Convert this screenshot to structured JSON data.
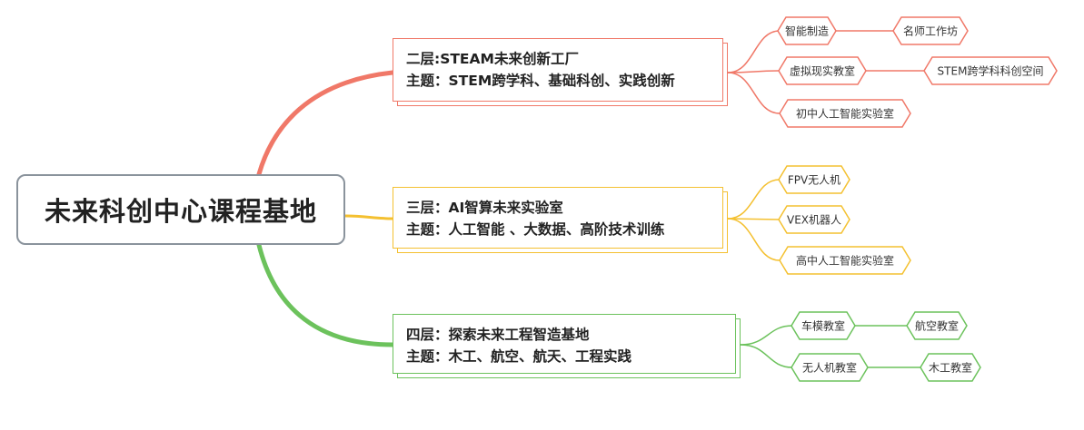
{
  "root": {
    "title": "未来科创中心课程基地"
  },
  "colors": {
    "layer2": "#f07868",
    "layer3": "#f4c030",
    "layer4": "#6cc25c",
    "root_border": "#8a939c"
  },
  "layers": [
    {
      "id": "layer2",
      "line1": "二层:STEAM未来创新工厂",
      "line2": "主题：STEM跨学科、基础科创、实践创新",
      "children": [
        {
          "label": "智能制造",
          "child": {
            "label": "名师工作坊"
          }
        },
        {
          "label": "虚拟现实教室",
          "child": {
            "label": "STEM跨学科科创空间"
          }
        },
        {
          "label": "初中人工智能实验室"
        }
      ]
    },
    {
      "id": "layer3",
      "line1": "三层：AI智算未来实验室",
      "line2": "主题：人工智能 、大数据、高阶技术训练",
      "children": [
        {
          "label": "FPV无人机"
        },
        {
          "label": "VEX机器人"
        },
        {
          "label": "高中人工智能实验室"
        }
      ]
    },
    {
      "id": "layer4",
      "line1": "四层：探索未来工程智造基地",
      "line2": "主题：木工、航空、航天、工程实践",
      "children": [
        {
          "label": "车模教室",
          "child": {
            "label": "航空教室"
          }
        },
        {
          "label": "无人机教室",
          "child": {
            "label": "木工教室"
          }
        }
      ]
    }
  ]
}
